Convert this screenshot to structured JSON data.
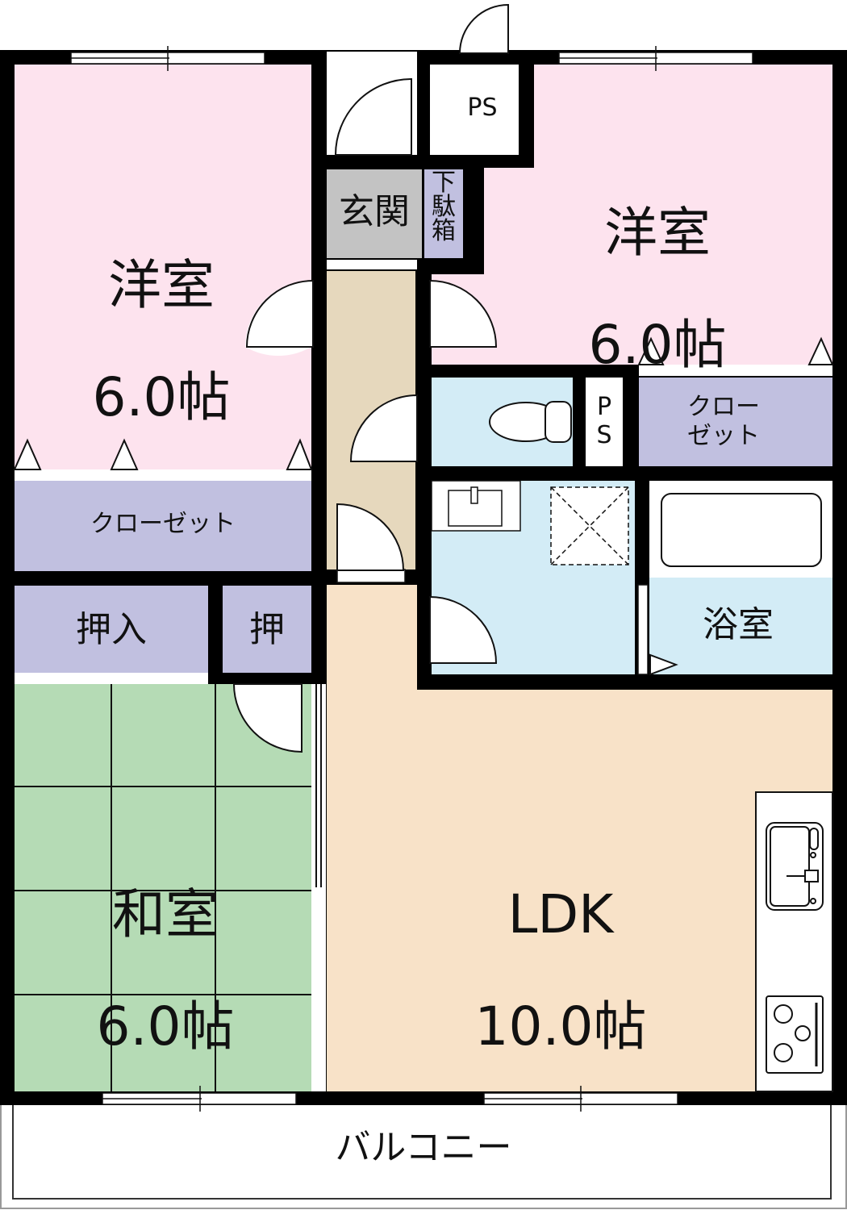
{
  "title": "3LDK floor plan",
  "colors": {
    "wall": "#000000",
    "western_room": "#fde3ee",
    "closet": "#c1c0e0",
    "entrance": "#c3c3c3",
    "hallway": "#e6d8bd",
    "ldk": "#f8e2c8",
    "washroom": "#d3ecf6",
    "tatami": "#b5dbb5"
  },
  "rooms": {
    "western_room_1": {
      "name": "洋室",
      "size": "6.0帖"
    },
    "western_room_2": {
      "name": "洋室",
      "size": "6.0帖"
    },
    "japanese_room": {
      "name": "和室",
      "size": "6.0帖"
    },
    "ldk": {
      "name": "LDK",
      "size": "10.0帖"
    },
    "entrance": {
      "name": "玄関"
    },
    "shoe_cabinet": {
      "name": "下\n駄\n箱"
    },
    "ps_top": {
      "name": "PS"
    },
    "ps_mid": {
      "name": "P\nS"
    },
    "closet_left": {
      "name": "クローゼット"
    },
    "closet_right": {
      "name": "クロー\nゼット"
    },
    "oshiire": {
      "name": "押入"
    },
    "oshi": {
      "name": "押"
    },
    "bathroom": {
      "name": "浴室"
    },
    "balcony": {
      "name": "バルコニー"
    }
  }
}
